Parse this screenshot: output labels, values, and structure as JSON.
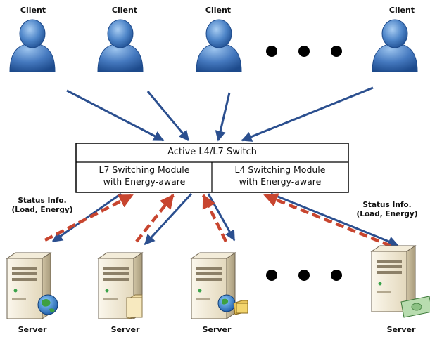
{
  "clients": [
    {
      "label": "Client"
    },
    {
      "label": "Client"
    },
    {
      "label": "Client"
    },
    {
      "label": "Client"
    }
  ],
  "servers": [
    {
      "label": "Server",
      "badge": "globe-icon"
    },
    {
      "label": "Server",
      "badge": "folder-icon"
    },
    {
      "label": "Server",
      "badge": "globe-folder-icon"
    },
    {
      "label": "Server",
      "badge": "money-icon"
    }
  ],
  "switch": {
    "title": "Active L4/L7 Switch",
    "l7_line1": "L7 Switching Module",
    "l7_line2": "with Energy-aware",
    "l4_line1": "L4 Switching Module",
    "l4_line2": "with Energy-aware"
  },
  "status_left": {
    "line1": "Status Info.",
    "line2": "(Load, Energy)"
  },
  "status_right": {
    "line1": "Status Info.",
    "line2": "(Load, Energy)"
  },
  "colors": {
    "request_arrow": "#2b4f8f",
    "status_arrow": "#c8452f",
    "client_blue": "#4a7fc4",
    "server_body": "#efe6cf"
  }
}
